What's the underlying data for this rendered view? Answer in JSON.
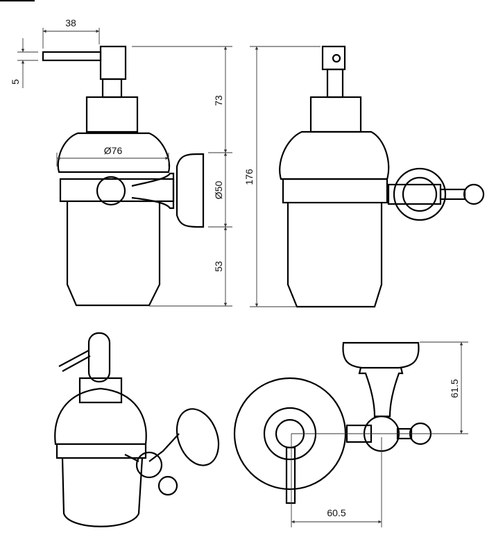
{
  "title": "Soap dispenser technical drawing",
  "dimensions": {
    "spout_length": "38",
    "spout_height": "5",
    "pump_height": "73",
    "dome_diameter": "Ø76",
    "mount_diameter": "Ø50",
    "cup_lower_height": "53",
    "total_height": "176",
    "holder_height": "61.5",
    "holder_offset": "60.5"
  }
}
